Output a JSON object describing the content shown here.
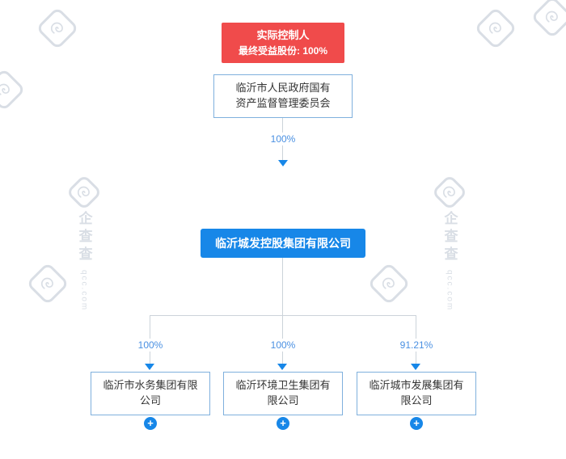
{
  "brand": {
    "name": "企查查",
    "site": "qcc.com"
  },
  "diagram": {
    "controller_badge": {
      "title": "实际控制人",
      "subtitle": "最终受益股份: 100%"
    },
    "controller": {
      "name": "临沂市人民政府国有资产监督管理委员会",
      "percent_to_parent": "100%"
    },
    "parent": {
      "name": "临沂城发控股集团有限公司"
    },
    "subsidiaries": [
      {
        "name": "临沂市水务集团有限公司",
        "percent": "100%"
      },
      {
        "name": "临沂环境卫生集团有限公司",
        "percent": "100%"
      },
      {
        "name": "临沂城市发展集团有限公司",
        "percent": "91.21%"
      }
    ],
    "expand_icon": "+"
  },
  "colors": {
    "badge_red": "#f04b4b",
    "primary_blue": "#1787e8",
    "node_border_blue": "#7fb0dd",
    "percent_text_blue": "#4a90e2",
    "connector_gray": "#ccd3da",
    "watermark_gray": "#d9dee5"
  }
}
